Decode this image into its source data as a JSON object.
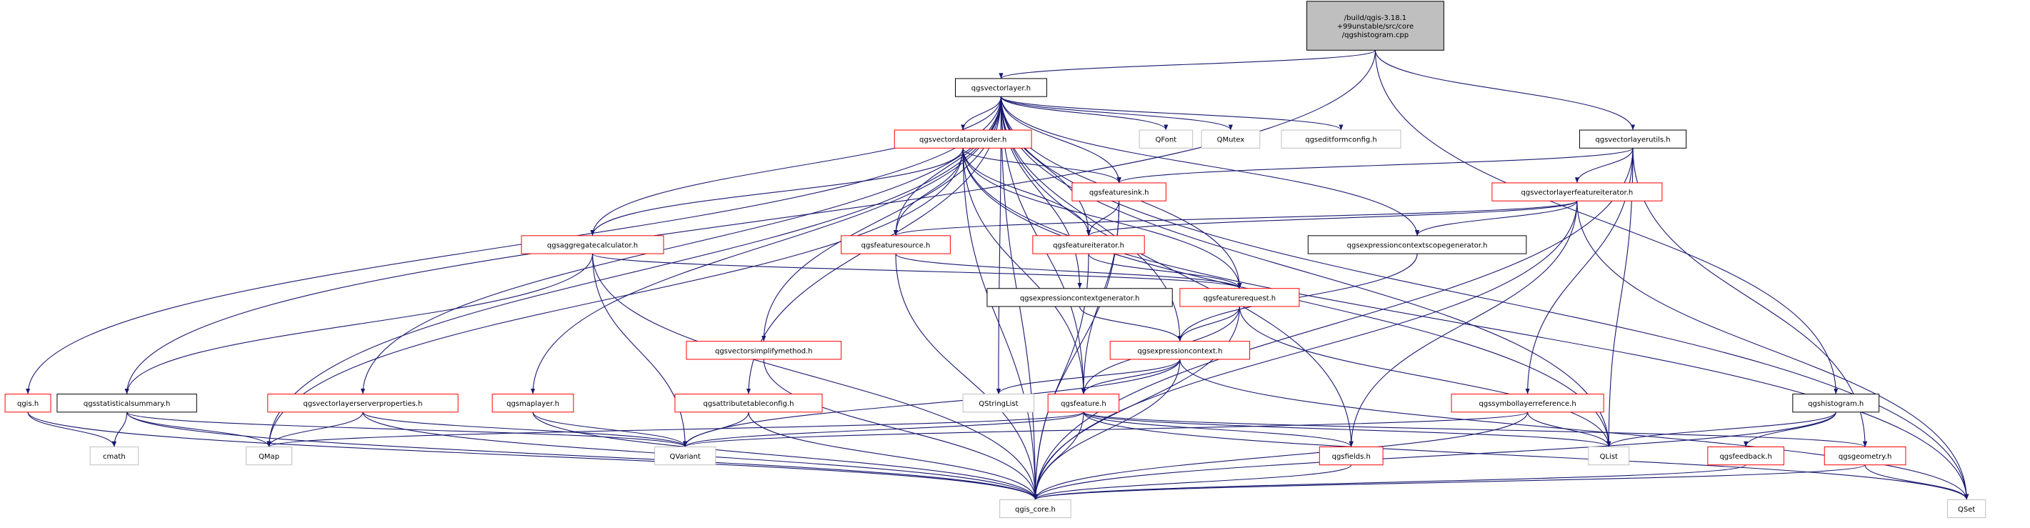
{
  "colors": {
    "edge": "#191970",
    "root_fill": "#bfbfbf",
    "documented_border": "#000000",
    "undocumented_border": "#ff0000",
    "system_border": "#bfbfbf"
  },
  "nodes": [
    {
      "id": "root",
      "lines": [
        "/build/qgis-3.18.1",
        "+99unstable/src/core",
        "/qgshistogram.cpp"
      ],
      "style": "root"
    },
    {
      "id": "qgsvectorlayer",
      "lines": [
        "qgsvectorlayer.h"
      ],
      "style": "documented"
    },
    {
      "id": "qgsvectorlayerutils",
      "lines": [
        "qgsvectorlayerutils.h"
      ],
      "style": "documented"
    },
    {
      "id": "qgsvectordataprovider",
      "lines": [
        "qgsvectordataprovider.h"
      ],
      "style": "undocumented"
    },
    {
      "id": "qfont",
      "lines": [
        "QFont"
      ],
      "style": "system"
    },
    {
      "id": "qmutex",
      "lines": [
        "QMutex"
      ],
      "style": "system"
    },
    {
      "id": "qgseditformconfig",
      "lines": [
        "qgseditformconfig.h"
      ],
      "style": "system"
    },
    {
      "id": "qgsfeaturesink",
      "lines": [
        "qgsfeaturesink.h"
      ],
      "style": "undocumented"
    },
    {
      "id": "qgsvectorlayerfeatureiterator",
      "lines": [
        "qgsvectorlayerfeatureiterator.h"
      ],
      "style": "undocumented"
    },
    {
      "id": "qgsaggregatecalculator",
      "lines": [
        "qgsaggregatecalculator.h"
      ],
      "style": "undocumented"
    },
    {
      "id": "qgsfeaturesource",
      "lines": [
        "qgsfeaturesource.h"
      ],
      "style": "undocumented"
    },
    {
      "id": "qgsfeatureiterator",
      "lines": [
        "qgsfeatureiterator.h"
      ],
      "style": "undocumented"
    },
    {
      "id": "qgsexpressioncontextscopegenerator",
      "lines": [
        "qgsexpressioncontextscopegenerator.h"
      ],
      "style": "documented"
    },
    {
      "id": "qgsexpressioncontextgenerator",
      "lines": [
        "qgsexpressioncontextgenerator.h"
      ],
      "style": "documented"
    },
    {
      "id": "qgsfeaturerequest",
      "lines": [
        "qgsfeaturerequest.h"
      ],
      "style": "undocumented"
    },
    {
      "id": "qgsvectorsimplifymethod",
      "lines": [
        "qgsvectorsimplifymethod.h"
      ],
      "style": "undocumented"
    },
    {
      "id": "qgsexpressioncontext",
      "lines": [
        "qgsexpressioncontext.h"
      ],
      "style": "undocumented"
    },
    {
      "id": "qstringlist",
      "lines": [
        "QStringList"
      ],
      "style": "system"
    },
    {
      "id": "qgis",
      "lines": [
        "qgis.h"
      ],
      "style": "undocumented"
    },
    {
      "id": "qgsstatisticalsummary",
      "lines": [
        "qgsstatisticalsummary.h"
      ],
      "style": "documented"
    },
    {
      "id": "qgsvectorlayerserverproperties",
      "lines": [
        "qgsvectorlayerserverproperties.h"
      ],
      "style": "undocumented"
    },
    {
      "id": "qgsmaplayer",
      "lines": [
        "qgsmaplayer.h"
      ],
      "style": "undocumented"
    },
    {
      "id": "qgsattributetableconfig",
      "lines": [
        "qgsattributetableconfig.h"
      ],
      "style": "undocumented"
    },
    {
      "id": "qgsfeature",
      "lines": [
        "qgsfeature.h"
      ],
      "style": "undocumented"
    },
    {
      "id": "qgssymbollayerreference",
      "lines": [
        "qgssymbollayerreference.h"
      ],
      "style": "undocumented"
    },
    {
      "id": "qgshistogram",
      "lines": [
        "qgshistogram.h"
      ],
      "style": "documented"
    },
    {
      "id": "cmath",
      "lines": [
        "cmath"
      ],
      "style": "system"
    },
    {
      "id": "qmap",
      "lines": [
        "QMap"
      ],
      "style": "system"
    },
    {
      "id": "qvariant",
      "lines": [
        "QVariant"
      ],
      "style": "system"
    },
    {
      "id": "qgsfields",
      "lines": [
        "qgsfields.h"
      ],
      "style": "undocumented"
    },
    {
      "id": "qlist",
      "lines": [
        "QList"
      ],
      "style": "system"
    },
    {
      "id": "qgsfeedback",
      "lines": [
        "qgsfeedback.h"
      ],
      "style": "undocumented"
    },
    {
      "id": "qgsgeometry",
      "lines": [
        "qgsgeometry.h"
      ],
      "style": "undocumented"
    },
    {
      "id": "qgis_core",
      "lines": [
        "qgis_core.h"
      ],
      "style": "system"
    },
    {
      "id": "qset",
      "lines": [
        "QSet"
      ],
      "style": "system"
    }
  ],
  "edges": [
    [
      "root",
      "qgsvectorlayer"
    ],
    [
      "root",
      "qgsvectorlayerutils"
    ],
    [
      "root",
      "qgsstatisticalsummary"
    ],
    [
      "root",
      "qgshistogram"
    ],
    [
      "qgsvectorlayer",
      "qgsvectordataprovider"
    ],
    [
      "qgsvectorlayer",
      "qfont"
    ],
    [
      "qgsvectorlayer",
      "qmutex"
    ],
    [
      "qgsvectorlayer",
      "qgseditformconfig"
    ],
    [
      "qgsvectorlayer",
      "qgsfeaturesink"
    ],
    [
      "qgsvectorlayer",
      "qgsaggregatecalculator"
    ],
    [
      "qgsvectorlayer",
      "qgsfeaturesource"
    ],
    [
      "qgsvectorlayer",
      "qgsfeatureiterator"
    ],
    [
      "qgsvectorlayer",
      "qgsexpressioncontextscopegenerator"
    ],
    [
      "qgsvectorlayer",
      "qgsexpressioncontextgenerator"
    ],
    [
      "qgsvectorlayer",
      "qgsfeaturerequest"
    ],
    [
      "qgsvectorlayer",
      "qgsvectorsimplifymethod"
    ],
    [
      "qgsvectorlayer",
      "qgsexpressioncontext"
    ],
    [
      "qgsvectorlayer",
      "qstringlist"
    ],
    [
      "qgsvectorlayer",
      "qgis"
    ],
    [
      "qgsvectorlayer",
      "qgsvectorlayerserverproperties"
    ],
    [
      "qgsvectorlayer",
      "qgsmaplayer"
    ],
    [
      "qgsvectorlayer",
      "qgsattributetableconfig"
    ],
    [
      "qgsvectorlayer",
      "qgsfeature"
    ],
    [
      "qgsvectorlayer",
      "qmap"
    ],
    [
      "qgsvectorlayer",
      "qgsfields"
    ],
    [
      "qgsvectorlayer",
      "qlist"
    ],
    [
      "qgsvectorlayer",
      "qgis_core"
    ],
    [
      "qgsvectorlayer",
      "qset"
    ],
    [
      "qgsvectorlayerutils",
      "qgsfeaturesink"
    ],
    [
      "qgsvectorlayerutils",
      "qgsvectorlayerfeatureiterator"
    ],
    [
      "qgsvectorlayerutils",
      "qgssymbollayerreference"
    ],
    [
      "qgsvectorlayerutils",
      "qgsgeometry"
    ],
    [
      "qgsvectorlayerutils",
      "qlist"
    ],
    [
      "qgsvectorlayerutils",
      "qgis_core"
    ],
    [
      "qgsvectordataprovider",
      "qgsfeaturesink"
    ],
    [
      "qgsvectordataprovider",
      "qgsaggregatecalculator"
    ],
    [
      "qgsvectordataprovider",
      "qgsfeaturesource"
    ],
    [
      "qgsvectordataprovider",
      "qgsfeatureiterator"
    ],
    [
      "qgsvectordataprovider",
      "qgsfeaturerequest"
    ],
    [
      "qgsvectordataprovider",
      "qgsfeature"
    ],
    [
      "qgsvectordataprovider",
      "qmap"
    ],
    [
      "qgsvectordataprovider",
      "qlist"
    ],
    [
      "qgsvectordataprovider",
      "qgis_core"
    ],
    [
      "qgsvectordataprovider",
      "qset"
    ],
    [
      "qgsfeaturesink",
      "qgsfeatureiterator"
    ],
    [
      "qgsfeaturesink",
      "qgsfeature"
    ],
    [
      "qgsfeaturesink",
      "qgis_core"
    ],
    [
      "qgsvectorlayerfeatureiterator",
      "qgsfeaturesource"
    ],
    [
      "qgsvectorlayerfeatureiterator",
      "qgsfeatureiterator"
    ],
    [
      "qgsvectorlayerfeatureiterator",
      "qgsexpressioncontextscopegenerator"
    ],
    [
      "qgsvectorlayerfeatureiterator",
      "qgsfields"
    ],
    [
      "qgsvectorlayerfeatureiterator",
      "qgis_core"
    ],
    [
      "qgsvectorlayerfeatureiterator",
      "qset"
    ],
    [
      "qgsaggregatecalculator",
      "qgsfeaturerequest"
    ],
    [
      "qgsaggregatecalculator",
      "qgsstatisticalsummary"
    ],
    [
      "qgsaggregatecalculator",
      "qvariant"
    ],
    [
      "qgsaggregatecalculator",
      "qgis_core"
    ],
    [
      "qgsfeaturesource",
      "qgsfeaturerequest"
    ],
    [
      "qgsfeaturesource",
      "qgis_core"
    ],
    [
      "qgsfeatureiterator",
      "qgsfeaturerequest"
    ],
    [
      "qgsfeatureiterator",
      "qgis_core"
    ],
    [
      "qgsexpressioncontextscopegenerator",
      "qgsexpressioncontext"
    ],
    [
      "qgsexpressioncontextgenerator",
      "qgsexpressioncontext"
    ],
    [
      "qgsfeaturerequest",
      "qgsexpressioncontext"
    ],
    [
      "qgsfeaturerequest",
      "qgsfeature"
    ],
    [
      "qgsfeaturerequest",
      "qlist"
    ],
    [
      "qgsfeaturerequest",
      "qgis_core"
    ],
    [
      "qgsvectorsimplifymethod",
      "qgis_core"
    ],
    [
      "qgsexpressioncontext",
      "qgsfeature"
    ],
    [
      "qgsexpressioncontext",
      "qstringlist"
    ],
    [
      "qgsexpressioncontext",
      "qvariant"
    ],
    [
      "qgsexpressioncontext",
      "qset"
    ],
    [
      "qgsexpressioncontext",
      "qgis_core"
    ],
    [
      "qgis",
      "cmath"
    ],
    [
      "qgis",
      "qgis_core"
    ],
    [
      "qgsstatisticalsummary",
      "cmath"
    ],
    [
      "qgsstatisticalsummary",
      "qmap"
    ],
    [
      "qgsstatisticalsummary",
      "qvariant"
    ],
    [
      "qgsstatisticalsummary",
      "qgis_core"
    ],
    [
      "qgsvectorlayerserverproperties",
      "qmap"
    ],
    [
      "qgsvectorlayerserverproperties",
      "qvariant"
    ],
    [
      "qgsvectorlayerserverproperties",
      "qgis_core"
    ],
    [
      "qgsmaplayer",
      "qvariant"
    ],
    [
      "qgsmaplayer",
      "qgis_core"
    ],
    [
      "qgsattributetableconfig",
      "qvariant"
    ],
    [
      "qgsattributetableconfig",
      "qgis_core"
    ],
    [
      "qgsfeature",
      "qmap"
    ],
    [
      "qgsfeature",
      "qvariant"
    ],
    [
      "qgsfeature",
      "qgsfields"
    ],
    [
      "qgsfeature",
      "qlist"
    ],
    [
      "qgsfeature",
      "qgsgeometry"
    ],
    [
      "qgsfeature",
      "qset"
    ],
    [
      "qgsfeature",
      "qgis_core"
    ],
    [
      "qgssymbollayerreference",
      "qvariant"
    ],
    [
      "qgssymbollayerreference",
      "qlist"
    ],
    [
      "qgssymbollayerreference",
      "qgis_core"
    ],
    [
      "qgshistogram",
      "qlist"
    ],
    [
      "qgshistogram",
      "qgsfeedback"
    ],
    [
      "qgshistogram",
      "qgis_core"
    ],
    [
      "qgsfields",
      "qgis_core"
    ],
    [
      "qgsfeedback",
      "qgis_core"
    ],
    [
      "qgsgeometry",
      "qgis_core"
    ],
    [
      "qgsgeometry",
      "qset"
    ]
  ]
}
